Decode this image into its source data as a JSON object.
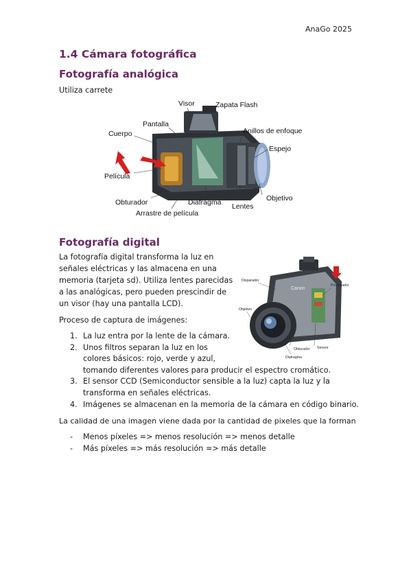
{
  "header": {
    "note": "AnaGo 2025"
  },
  "section_title": "1.4 Cámara fotográfica",
  "analog": {
    "title": "Fotografía analógica",
    "text": "Utiliza carrete",
    "figure_labels": {
      "visor": "Visor",
      "zapata": "Zapata Flash",
      "pantalla": "Pantalla",
      "cuerpo": "Cuerpo",
      "anillos": "Anillos de enfoque",
      "espejo": "Espejo",
      "pelicula": "Película",
      "objetivo": "Objetivo",
      "obturador": "Obturador",
      "diafragma": "Diafragma",
      "lentes": "Lentes",
      "arrastre": "Arrastre de película"
    }
  },
  "digital": {
    "title": "Fotografía digital",
    "intro_lines": [
      "La fotografía digital transforma la luz en",
      "señales eléctricas y las almacena en una",
      "memoria (tarjeta sd). Utiliza lentes parecidas",
      "a las analógicas, pero pueden prescindir de",
      "un visor (hay una pantalla LCD)."
    ],
    "process_label": "Proceso de captura de imágenes:",
    "steps": [
      {
        "num": "1.",
        "lines": [
          "La luz entra por la lente de la cámara."
        ]
      },
      {
        "num": "2.",
        "lines": [
          "Unos filtros separan la luz en los",
          "colores básicos: rojo, verde y azul,",
          "tomando diferentes valores para producir el espectro cromático."
        ]
      },
      {
        "num": "3.",
        "lines": [
          "El sensor CCD (Semiconductor sensible a la luz) capta la luz y la",
          "transforma en señales eléctricas."
        ]
      },
      {
        "num": "4.",
        "lines": [
          "Imágenes se almacenan en la memoria de la cámara en código binario."
        ]
      }
    ],
    "quality_text": "La calidad de una imagen viene dada por la cantidad de pixeles que la forman",
    "bullets": [
      {
        "mark": "-",
        "text": "Menos píxeles => menos resolución => menos detalle"
      },
      {
        "mark": "-",
        "text": "Más píxeles => más resolución => más detalle"
      }
    ],
    "figure_labels": {
      "disparador": "Disparador",
      "procesador": "Procesador",
      "objetivo": "Objetivo",
      "obturador": "Obturador",
      "sensor": "Sensor",
      "diafragma": "Diafragma",
      "brand": "Canon"
    }
  },
  "colors": {
    "heading": "#6b2a62",
    "arrow": "#d42020"
  }
}
